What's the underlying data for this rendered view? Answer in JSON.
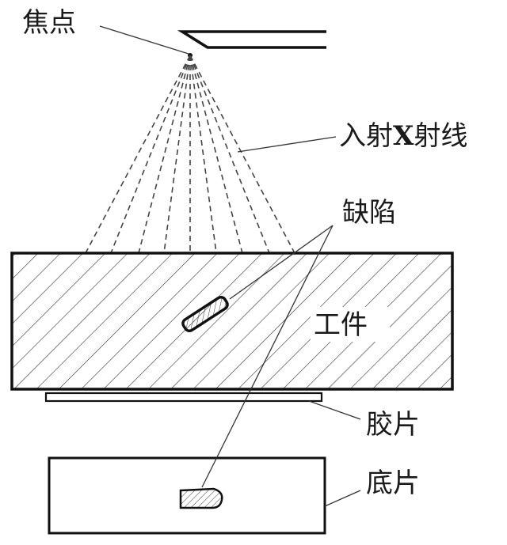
{
  "labels": {
    "focus": "焦点",
    "xray_prefix": "入射",
    "xray_x": "X",
    "xray_suffix": "射线",
    "defect": "缺陷",
    "workpiece": "工件",
    "film": "胶片",
    "negative": "底片"
  },
  "colors": {
    "line": "#111111",
    "background": "#ffffff"
  }
}
